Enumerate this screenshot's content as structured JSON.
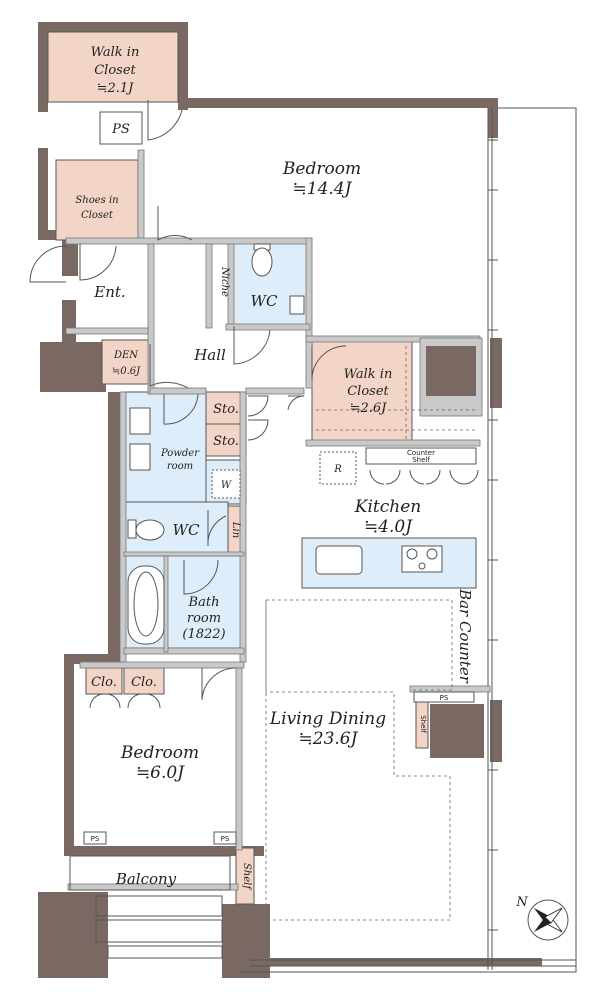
{
  "plan": {
    "rooms": [
      {
        "id": "wic-top",
        "lines": [
          "Walk in",
          "Closet",
          "≒2.1J"
        ]
      },
      {
        "id": "ps-top",
        "lines": [
          "PS"
        ]
      },
      {
        "id": "shoes",
        "lines": [
          "Shoes in",
          "Closet"
        ]
      },
      {
        "id": "bedroom-main",
        "lines": [
          "Bedroom",
          "≒14.4J"
        ]
      },
      {
        "id": "entrance",
        "lines": [
          "Ent."
        ]
      },
      {
        "id": "niche",
        "lines": [
          "Niche"
        ]
      },
      {
        "id": "wc-upper",
        "lines": [
          "WC"
        ]
      },
      {
        "id": "den",
        "lines": [
          "DEN",
          "≒0.6J"
        ]
      },
      {
        "id": "hall",
        "lines": [
          "Hall"
        ]
      },
      {
        "id": "wic-mid",
        "lines": [
          "Walk in",
          "Closet",
          "≒2.6J"
        ]
      },
      {
        "id": "storage-1",
        "lines": [
          "Sto."
        ]
      },
      {
        "id": "storage-2",
        "lines": [
          "Sto."
        ]
      },
      {
        "id": "powder",
        "lines": [
          "Powder",
          "room"
        ]
      },
      {
        "id": "washer",
        "lines": [
          "W"
        ]
      },
      {
        "id": "refrigerator",
        "lines": [
          "R"
        ]
      },
      {
        "id": "counter-shelf",
        "lines": [
          "Counter",
          "Shelf"
        ]
      },
      {
        "id": "kitchen",
        "lines": [
          "Kitchen",
          "≒4.0J"
        ]
      },
      {
        "id": "wc-lower",
        "lines": [
          "WC"
        ]
      },
      {
        "id": "linen",
        "lines": [
          "Lin"
        ]
      },
      {
        "id": "bathroom",
        "lines": [
          "Bath",
          "room",
          "(1822)"
        ]
      },
      {
        "id": "bar-counter",
        "lines": [
          "Bar Counter"
        ]
      },
      {
        "id": "closet-1",
        "lines": [
          "Clo."
        ]
      },
      {
        "id": "closet-2",
        "lines": [
          "Clo."
        ]
      },
      {
        "id": "ps-right",
        "lines": [
          "PS"
        ]
      },
      {
        "id": "shelf-small",
        "lines": [
          "Shelf"
        ]
      },
      {
        "id": "living",
        "lines": [
          "Living Dining",
          "≒23.6J"
        ]
      },
      {
        "id": "bedroom-second",
        "lines": [
          "Bedroom",
          "≒6.0J"
        ]
      },
      {
        "id": "ps-bl",
        "lines": [
          "PS"
        ]
      },
      {
        "id": "ps-br",
        "lines": [
          "PS"
        ]
      },
      {
        "id": "balcony",
        "lines": [
          "Balcony"
        ]
      },
      {
        "id": "shelf-balcony",
        "lines": [
          "Shelf"
        ]
      }
    ],
    "compass": {
      "label": "N"
    },
    "colors": {
      "wall": "#7a6862",
      "closet": "#f2d5c7",
      "wet": "#ddeefa",
      "floor": "#ffffff",
      "line": "#4a4a4a"
    }
  }
}
